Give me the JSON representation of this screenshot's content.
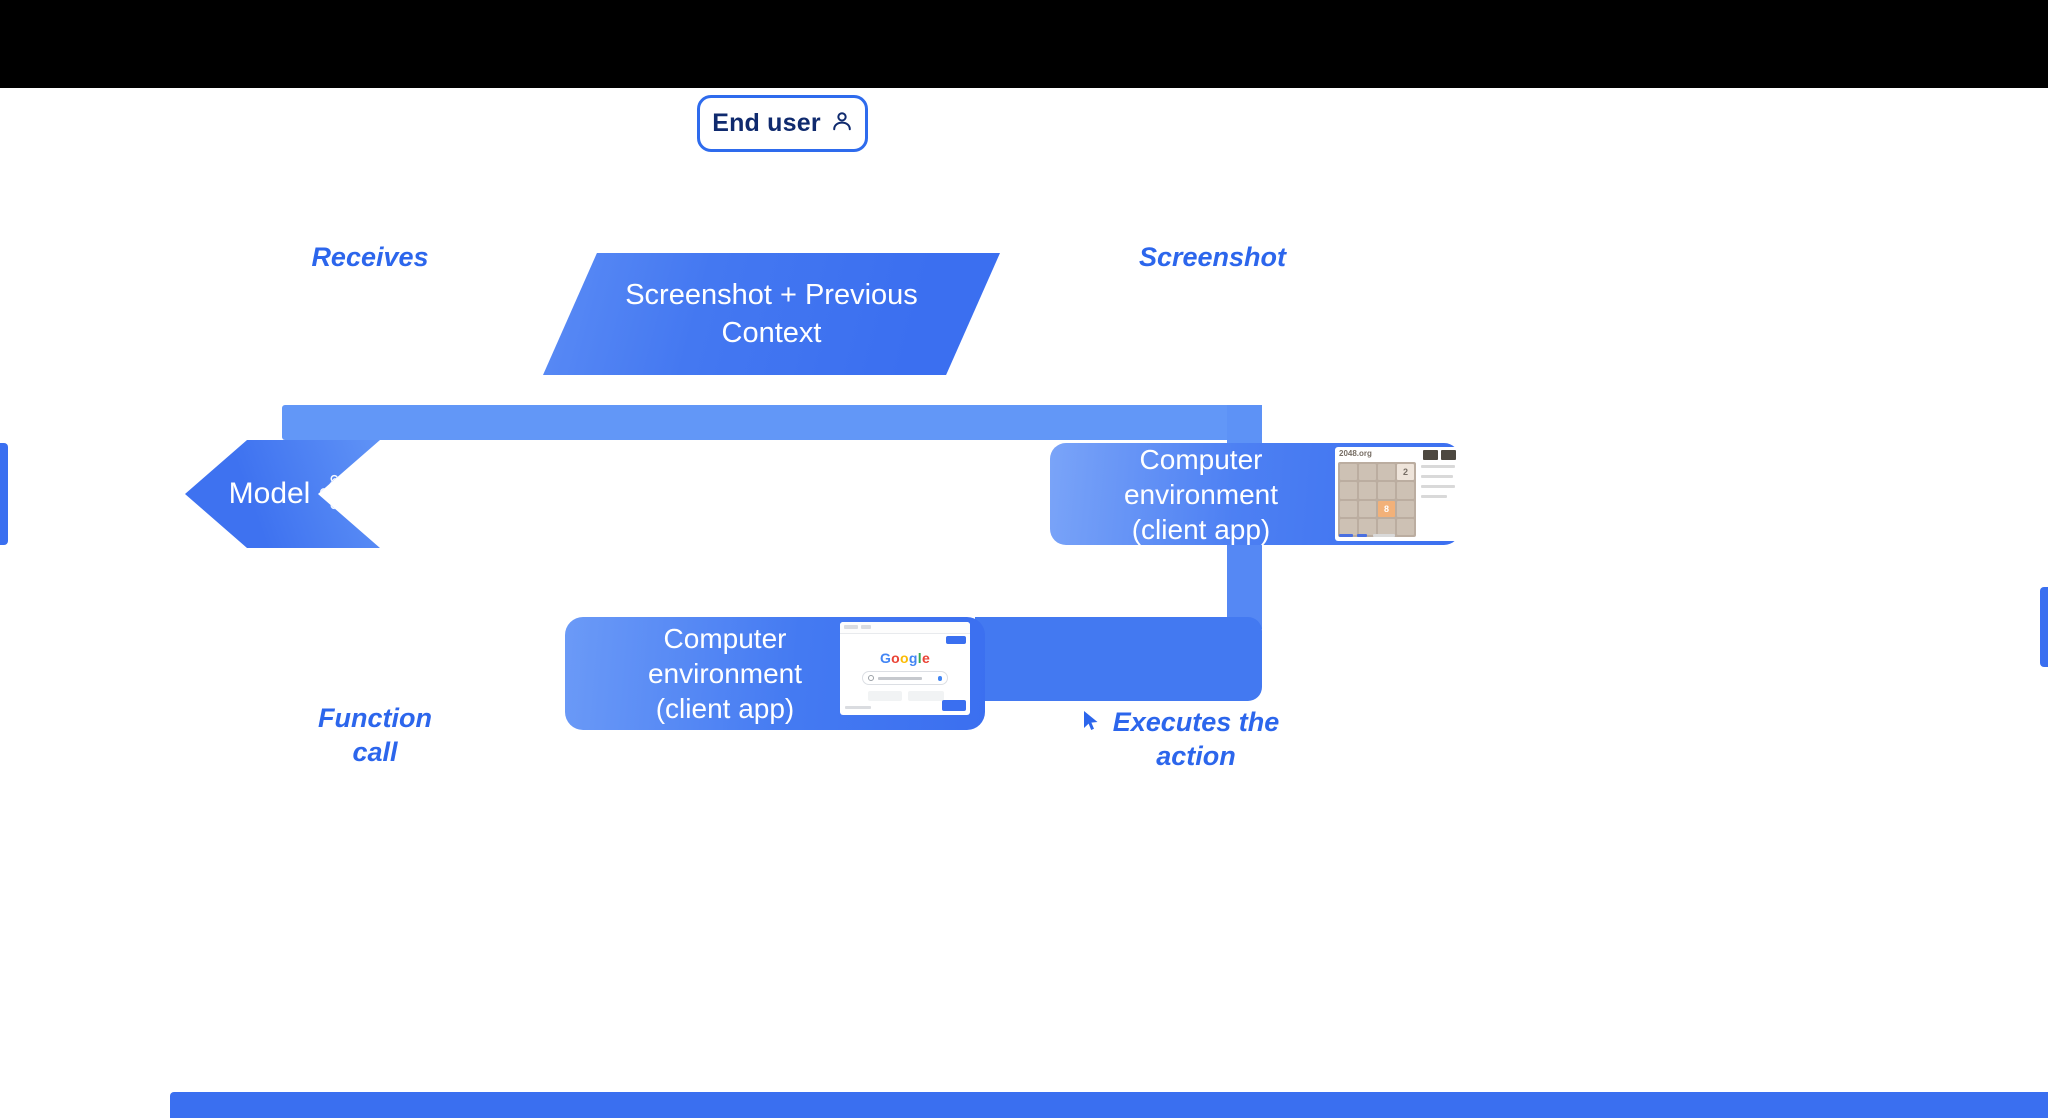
{
  "colors": {
    "brand_blue": "#3a6ff0",
    "light_rail_blue": "#6297f7",
    "flow_label_blue": "#2c66ec",
    "pill_border_blue": "#2e6bed",
    "pill_text_navy": "#0f2a6e",
    "top_band_black": "#000000",
    "tile2_bg": "#eee4da",
    "tile8_bg": "#f2b179",
    "grid_bg": "#bbada0",
    "google_blue": "#4285F4",
    "google_red": "#EA4335",
    "google_yellow": "#FBBC05",
    "google_green": "#34A853"
  },
  "pill": {
    "label": "End user",
    "icon": "person-icon"
  },
  "parallelogram": {
    "label": "Screenshot + Previous Context"
  },
  "model": {
    "label": "Model",
    "icon": "neural-network-icon"
  },
  "flow_labels": {
    "top_left": "Receives",
    "top_right": "Screenshot",
    "bottom_left": "Function call",
    "bottom_right": "Executes the action"
  },
  "env_right": {
    "line1": "Computer environment",
    "line2": "(client app)"
  },
  "env_bottom": {
    "line1": "Computer environment",
    "line2": "(client app)"
  },
  "thumb_2048": {
    "site": "2048.org",
    "tiles": [
      {
        "value": "2"
      },
      {
        "value": "8"
      }
    ]
  },
  "thumb_google": {
    "logo_letters": [
      "G",
      "o",
      "o",
      "g",
      "l",
      "e"
    ]
  }
}
